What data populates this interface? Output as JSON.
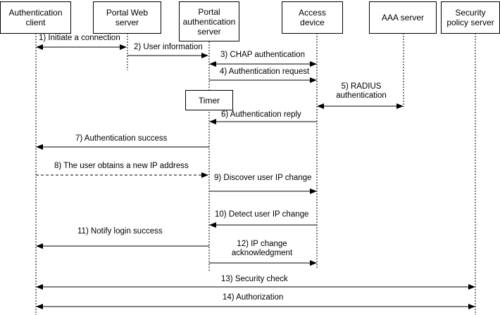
{
  "participants": {
    "auth_client": "Authentication\nclient",
    "portal_web": "Portal Web\nserver",
    "portal_auth": "Portal\nauthentication\nserver",
    "access_device": "Access\ndevice",
    "aaa_server": "AAA server",
    "security_policy": "Security\npolicy server"
  },
  "timer_label": "Timer",
  "messages": {
    "m1": "1) Initiate a connection",
    "m2": "2) User information",
    "m3": "3) CHAP authentication",
    "m4": "4) Authentication request",
    "m5": "5) RADIUS\nauthentication",
    "m6": "6) Authentication reply",
    "m7": "7) Authentication success",
    "m8": "8) The user obtains a new IP address",
    "m9": "9) Discover user IP change",
    "m10": "10) Detect user IP change",
    "m11": "11) Notify login success",
    "m12": "12) IP change\nacknowledgment",
    "m13": "13) Security check",
    "m14": "14) Authorization"
  }
}
